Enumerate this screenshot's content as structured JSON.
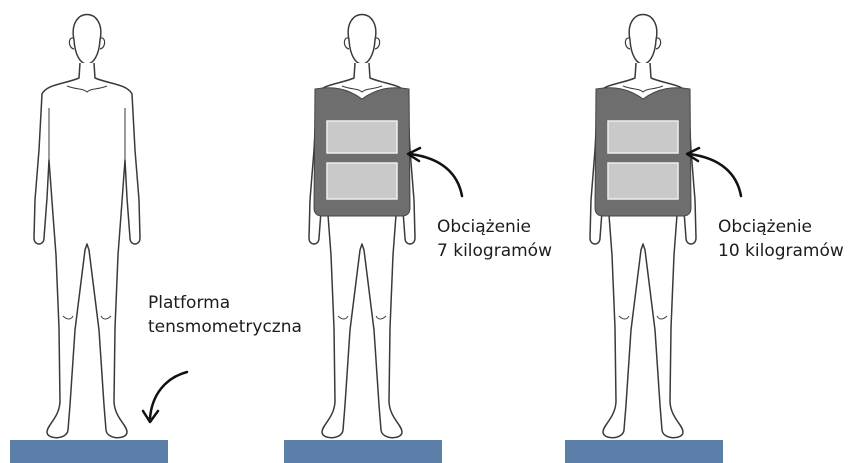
{
  "figures": [
    {
      "id": "no-load",
      "vest": false
    },
    {
      "id": "load-7kg",
      "vest": true
    },
    {
      "id": "load-10kg",
      "vest": true
    }
  ],
  "labels": {
    "platform": {
      "line1": "Platforma",
      "line2": "tensmometryczna"
    },
    "load_7": {
      "line1": "Obciążenie",
      "line2": "7 kilogramów"
    },
    "load_10": {
      "line1": "Obciążenie",
      "line2": "10 kilogramów"
    }
  },
  "colors": {
    "platform": "#5b7fa8",
    "vest": "#6e6e6e",
    "vest_pad": "#c9c9c9",
    "outline": "#3a3a3a",
    "arrow": "#111111"
  }
}
